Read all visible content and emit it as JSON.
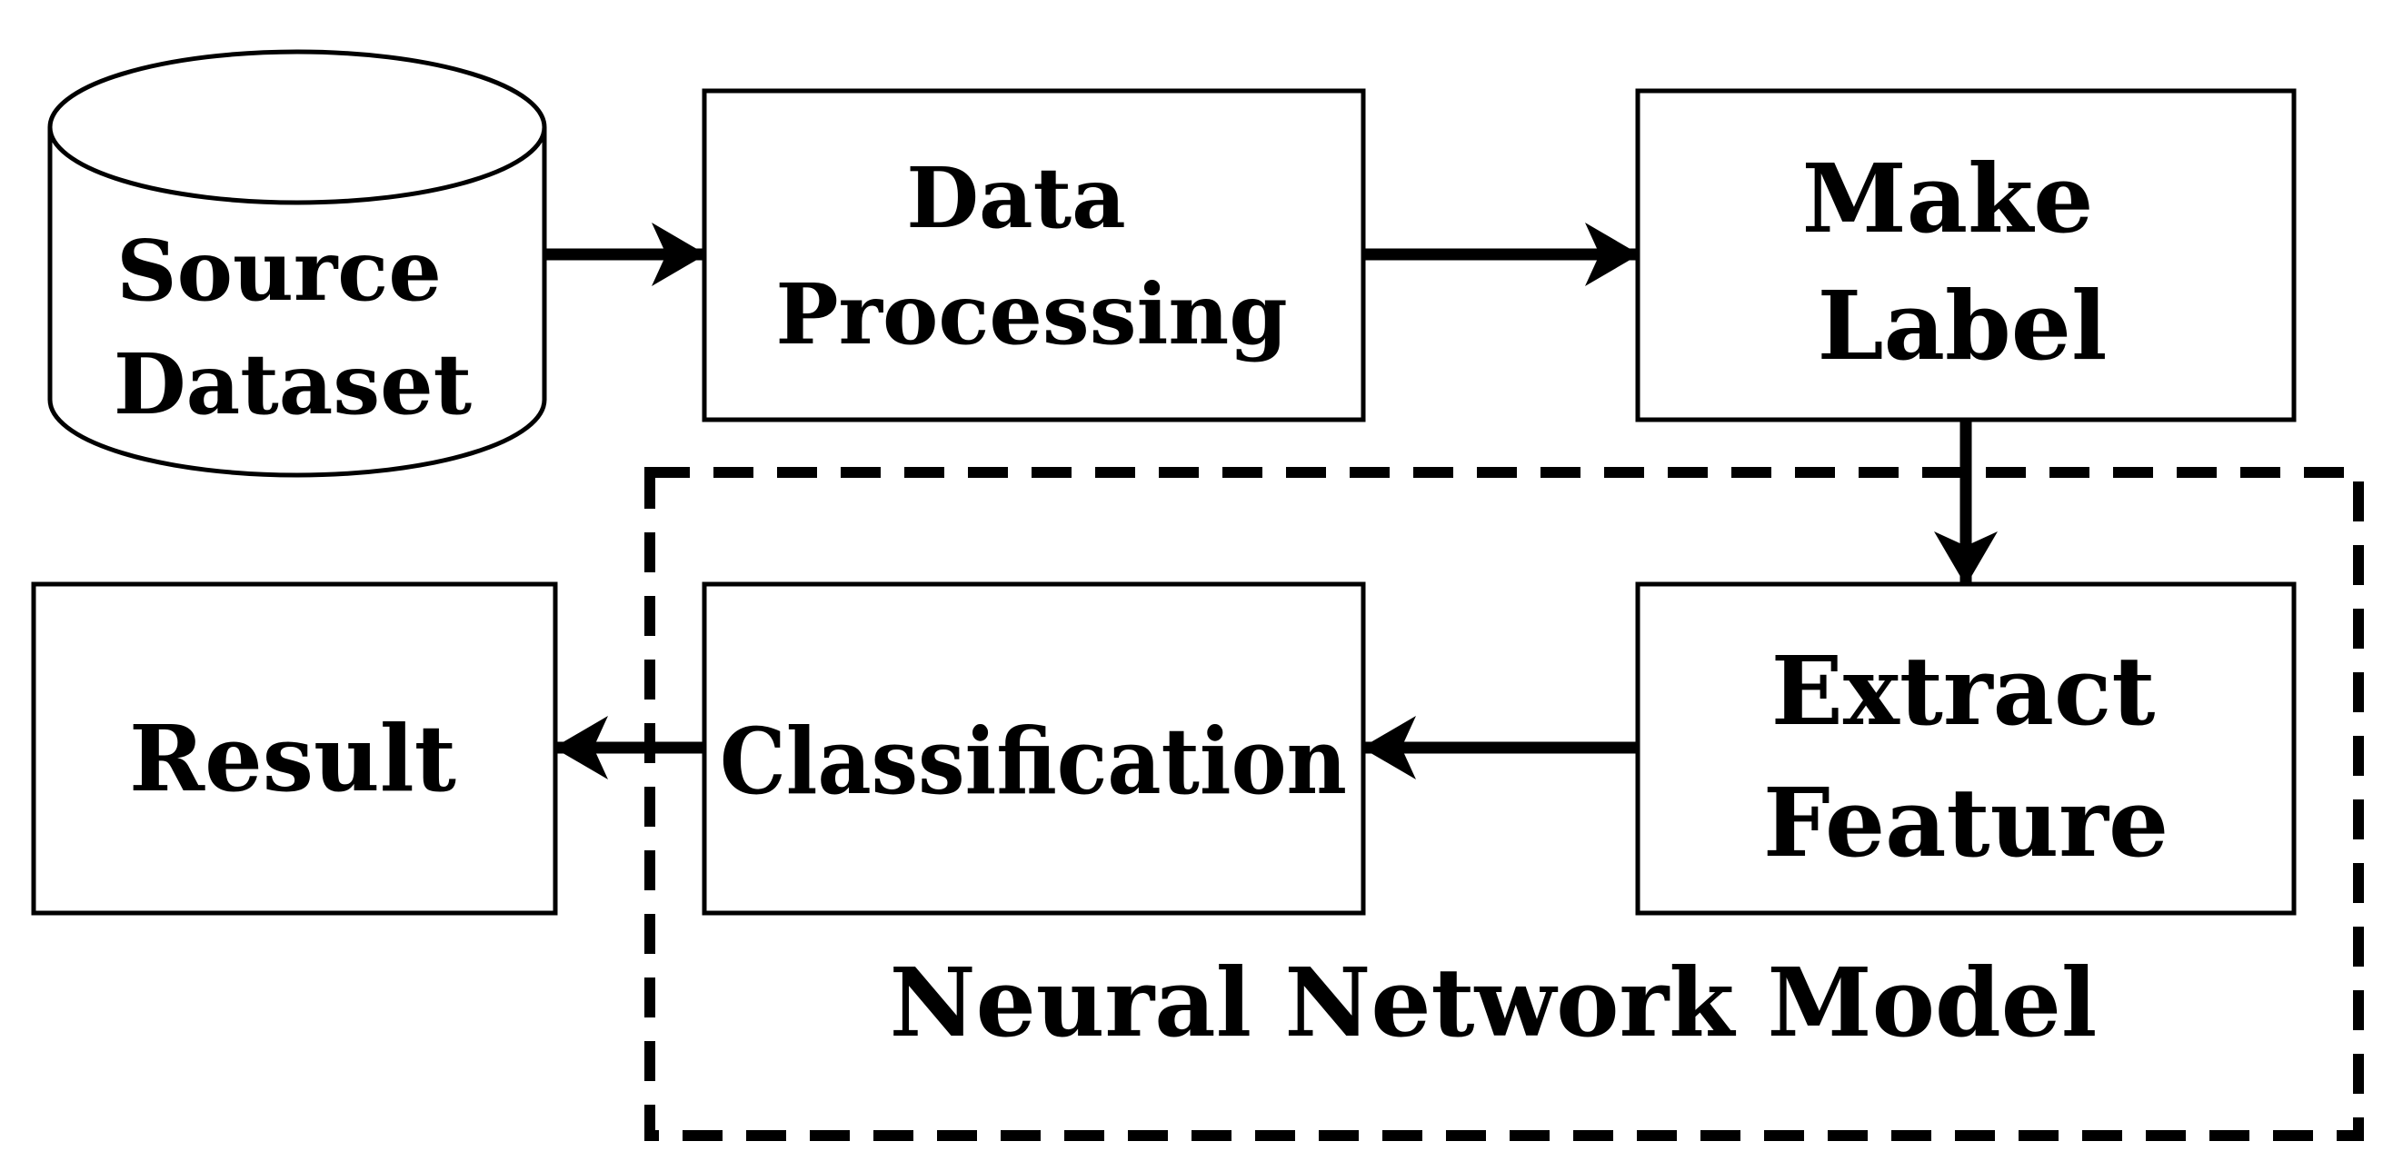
{
  "diagram": {
    "nodes": [
      {
        "id": "source-dataset",
        "shape": "cylinder",
        "lines": [
          "Source",
          "Dataset"
        ]
      },
      {
        "id": "data-processing",
        "shape": "rect",
        "lines": [
          "Data",
          "Processing"
        ]
      },
      {
        "id": "make-label",
        "shape": "rect",
        "lines": [
          "Make",
          "Label"
        ]
      },
      {
        "id": "extract-feature",
        "shape": "rect",
        "lines": [
          "Extract",
          "Feature"
        ]
      },
      {
        "id": "classification",
        "shape": "rect",
        "lines": [
          "Classification"
        ]
      },
      {
        "id": "result",
        "shape": "rect",
        "lines": [
          "Result"
        ]
      }
    ],
    "edges": [
      {
        "from": "source-dataset",
        "to": "data-processing"
      },
      {
        "from": "data-processing",
        "to": "make-label"
      },
      {
        "from": "make-label",
        "to": "extract-feature"
      },
      {
        "from": "extract-feature",
        "to": "classification"
      },
      {
        "from": "classification",
        "to": "result"
      }
    ],
    "group": {
      "label": "Neural Network Model",
      "members": [
        "extract-feature",
        "classification"
      ],
      "border_style": "dashed"
    },
    "colors": {
      "stroke": "#000000",
      "fill": "#ffffff",
      "text": "#000000"
    }
  }
}
